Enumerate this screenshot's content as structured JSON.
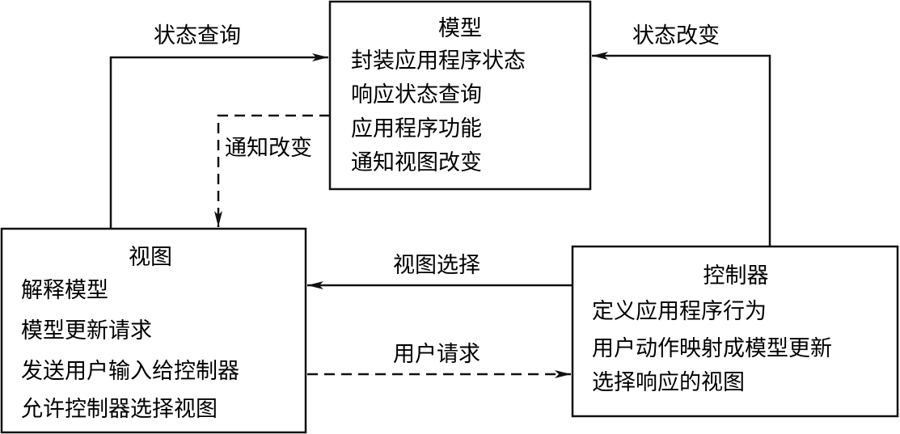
{
  "model": {
    "title": "模型",
    "lines": [
      "封装应用程序状态",
      "响应状态查询",
      "应用程序功能",
      "通知视图改变"
    ]
  },
  "view": {
    "title": "视图",
    "lines": [
      "解释模型",
      "模型更新请求",
      "发送用户输入给控制器",
      "允许控制器选择视图"
    ]
  },
  "controller": {
    "title": "控制器",
    "lines": [
      "定义应用程序行为",
      "用户动作映射成模型更新",
      "选择响应的视图"
    ]
  },
  "edges": {
    "state_query": "状态查询",
    "state_change": "状态改变",
    "notify_change": "通知改变",
    "view_select": "视图选择",
    "user_request": "用户请求"
  }
}
